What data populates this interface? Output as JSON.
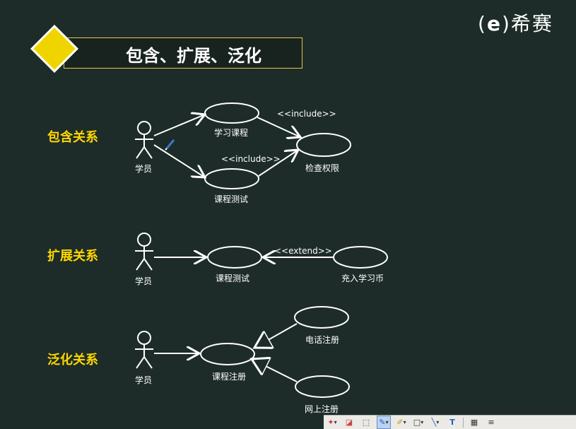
{
  "brand": {
    "logo_text": "希赛"
  },
  "slide": {
    "title": "包含、扩展、泛化",
    "sections": [
      {
        "label": "包含关系"
      },
      {
        "label": "扩展关系"
      },
      {
        "label": "泛化关系"
      }
    ],
    "include": {
      "actor": "学员",
      "use_case_top": "学习课程",
      "use_case_bottom": "课程测试",
      "target": "检查权限",
      "stereo_top": "<<include>>",
      "stereo_bottom": "<<include>>"
    },
    "extend": {
      "actor": "学员",
      "use_case": "课程测试",
      "extension": "充入学习币",
      "stereo": "<<extend>>"
    },
    "generalize": {
      "actor": "学员",
      "parent": "课程注册",
      "child_top": "电话注册",
      "child_bottom": "网上注册"
    }
  },
  "toolbar": {
    "icons": [
      "pointer-icon",
      "eraser-icon",
      "select-icon",
      "pen-icon",
      "highlighter-icon",
      "rectangle-icon",
      "line-icon",
      "text-icon",
      "color-icon",
      "menu-icon"
    ],
    "active": "pen-icon",
    "text_tool_glyph": "T"
  }
}
